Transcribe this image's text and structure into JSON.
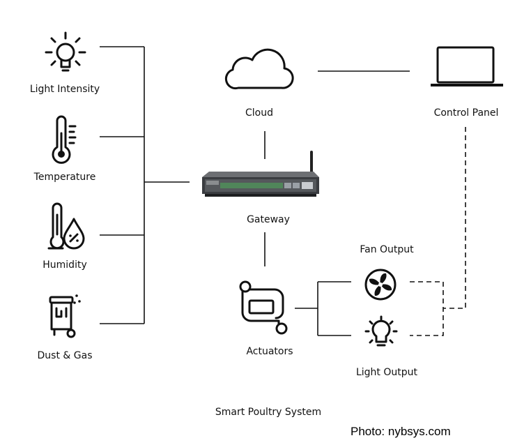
{
  "nodes": {
    "light_intensity": "Light Intensity",
    "temperature": "Temperature",
    "humidity": "Humidity",
    "dust_gas": "Dust & Gas",
    "cloud": "Cloud",
    "control_panel": "Control Panel",
    "gateway": "Gateway",
    "actuators": "Actuators",
    "fan_output": "Fan Output",
    "light_output": "Light Output"
  },
  "caption": "Smart Poultry System",
  "credit": "Photo: nybsys.com",
  "icons": [
    "bulb-icon",
    "thermometer-icon",
    "humidity-icon",
    "dust-gas-icon",
    "cloud-icon",
    "laptop-icon",
    "gateway-device-icon",
    "actuator-icon",
    "fan-icon",
    "light-bulb-icon"
  ]
}
